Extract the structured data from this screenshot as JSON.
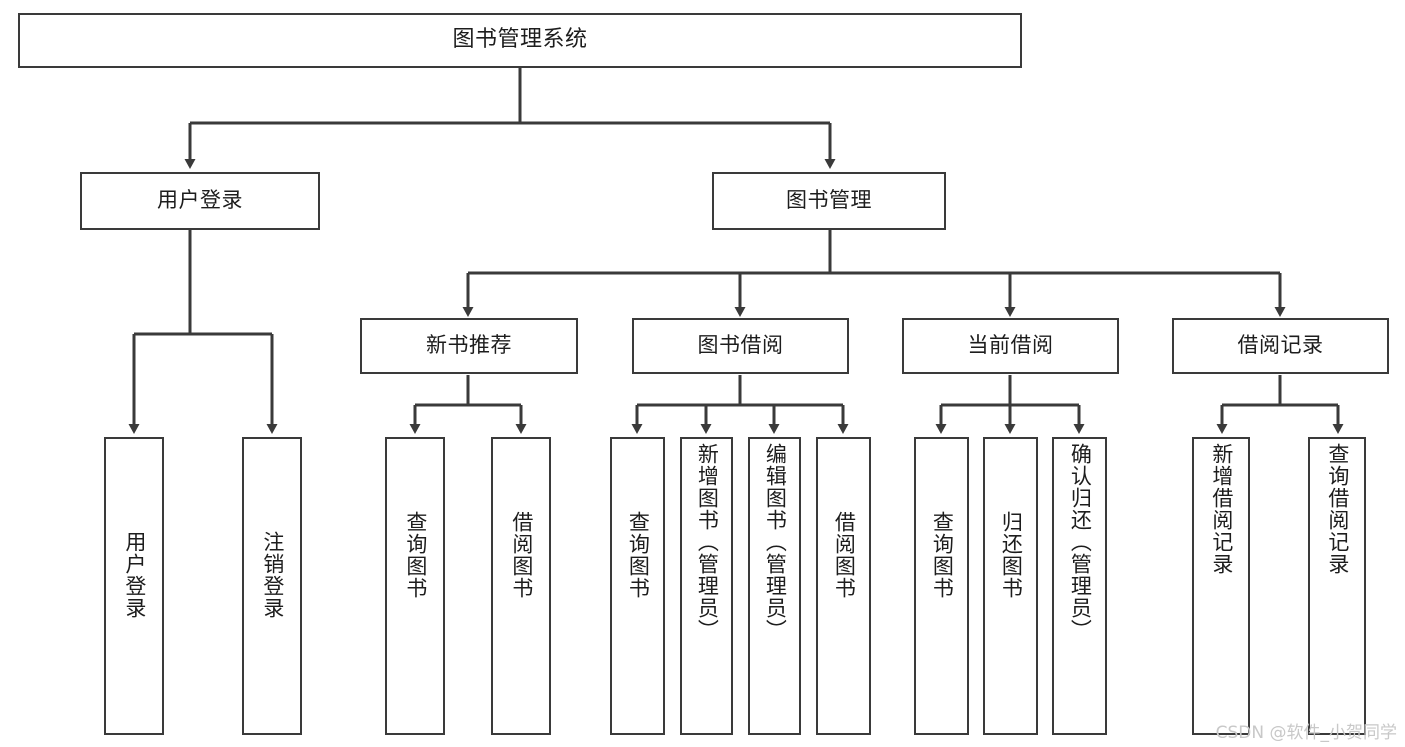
{
  "diagram": {
    "title": "图书管理系统",
    "type": "功能结构图",
    "background_color": "#ffffff",
    "line_color": "#3a3a3a",
    "text_color": "#1d1d1d",
    "watermark": "CSDN @软件_小贺同学"
  },
  "nodes": {
    "root": {
      "label": "图书管理系统"
    },
    "level2": [
      {
        "id": "user-login",
        "label": "用户登录"
      },
      {
        "id": "book-management",
        "label": "图书管理"
      }
    ],
    "level3": [
      {
        "id": "new-book-recommend",
        "label": "新书推荐"
      },
      {
        "id": "book-borrow",
        "label": "图书借阅"
      },
      {
        "id": "current-borrow",
        "label": "当前借阅"
      },
      {
        "id": "borrow-record",
        "label": "借阅记录"
      }
    ],
    "leaves": {
      "user_login": [
        {
          "id": "leaf-user-login",
          "label": "用户登录"
        },
        {
          "id": "leaf-logout",
          "label": "注销登录"
        }
      ],
      "new_book_recommend": [
        {
          "id": "leaf-query-book-1",
          "label": "查询图书"
        },
        {
          "id": "leaf-borrow-book-1",
          "label": "借阅图书"
        }
      ],
      "book_borrow": [
        {
          "id": "leaf-query-book-2",
          "label": "查询图书"
        },
        {
          "id": "leaf-add-book",
          "label": "新增图书（管理员）"
        },
        {
          "id": "leaf-edit-book",
          "label": "编辑图书（管理员）"
        },
        {
          "id": "leaf-borrow-book-2",
          "label": "借阅图书"
        }
      ],
      "current_borrow": [
        {
          "id": "leaf-query-book-3",
          "label": "查询图书"
        },
        {
          "id": "leaf-return-book",
          "label": "归还图书"
        },
        {
          "id": "leaf-confirm-return",
          "label": "确认归还（管理员）"
        }
      ],
      "borrow_record": [
        {
          "id": "leaf-add-record",
          "label": "新增借阅记录"
        },
        {
          "id": "leaf-query-record",
          "label": "查询借阅记录"
        }
      ]
    }
  },
  "chart_data": {
    "type": "diagram",
    "title": "图书管理系统",
    "tree": {
      "name": "图书管理系统",
      "children": [
        {
          "name": "用户登录",
          "children": [
            {
              "name": "用户登录"
            },
            {
              "name": "注销登录"
            }
          ]
        },
        {
          "name": "图书管理",
          "children": [
            {
              "name": "新书推荐",
              "children": [
                {
                  "name": "查询图书"
                },
                {
                  "name": "借阅图书"
                }
              ]
            },
            {
              "name": "图书借阅",
              "children": [
                {
                  "name": "查询图书"
                },
                {
                  "name": "新增图书（管理员）"
                },
                {
                  "name": "编辑图书（管理员）"
                },
                {
                  "name": "借阅图书"
                }
              ]
            },
            {
              "name": "当前借阅",
              "children": [
                {
                  "name": "查询图书"
                },
                {
                  "name": "归还图书"
                },
                {
                  "name": "确认归还（管理员）"
                }
              ]
            },
            {
              "name": "借阅记录",
              "children": [
                {
                  "name": "新增借阅记录"
                },
                {
                  "name": "查询借阅记录"
                }
              ]
            }
          ]
        }
      ]
    }
  }
}
